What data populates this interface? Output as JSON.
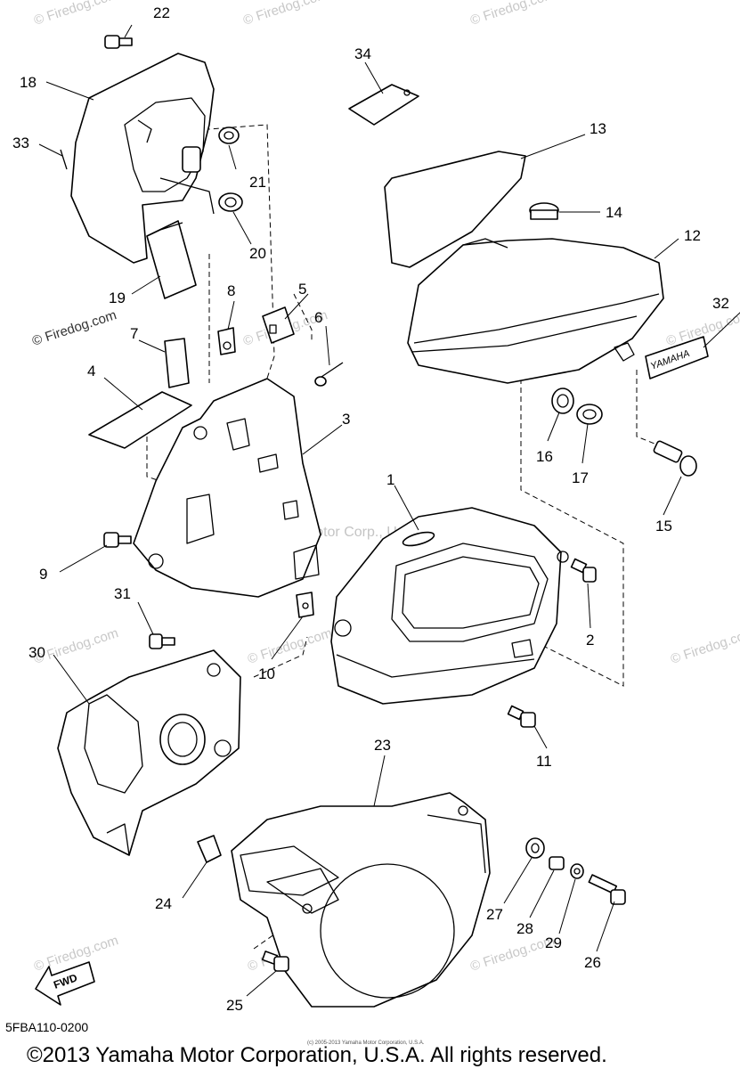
{
  "watermarks": {
    "site": "© Firedog.com",
    "center": "Yamaha Motor Corp., U.S.A."
  },
  "diagram_code": "5FBA110-0200",
  "copyright": "©2013 Yamaha Motor Corporation, U.S.A. All rights reserved.",
  "tiny_copyright": "(c) 2005-2013 Yamaha Motor Corporation, U.S.A.",
  "fwd_label": "FWD",
  "decal_text": "YAMAHA",
  "callouts": [
    "1",
    "2",
    "3",
    "4",
    "5",
    "6",
    "7",
    "8",
    "9",
    "10",
    "11",
    "12",
    "13",
    "14",
    "15",
    "16",
    "17",
    "18",
    "19",
    "20",
    "21",
    "22",
    "23",
    "24",
    "25",
    "26",
    "27",
    "28",
    "29",
    "30",
    "31",
    "32",
    "33",
    "34"
  ]
}
